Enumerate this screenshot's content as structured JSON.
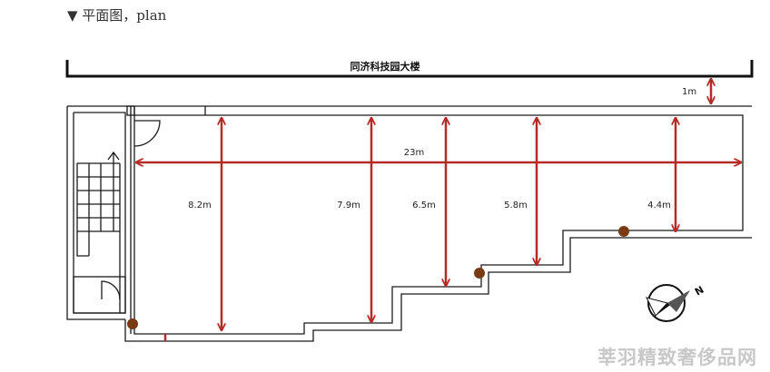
{
  "caption": "▼ 平面图，plan",
  "plan": {
    "building_label": "同济科技园大楼",
    "dimensions": {
      "setback": "1m",
      "length": "23m",
      "width_1": "8.2m",
      "width_2": "7.9m",
      "width_3": "6.5m",
      "width_4": "5.8m",
      "width_5": "4.4m"
    },
    "compass_letter": "N"
  },
  "watermark": "莘羽精致奢侈品网",
  "colors": {
    "dimension_arrows": "#b52a25",
    "walls": "#1a1a1a",
    "columns": "#7a3b14",
    "watermark": "#c8c8c8"
  }
}
